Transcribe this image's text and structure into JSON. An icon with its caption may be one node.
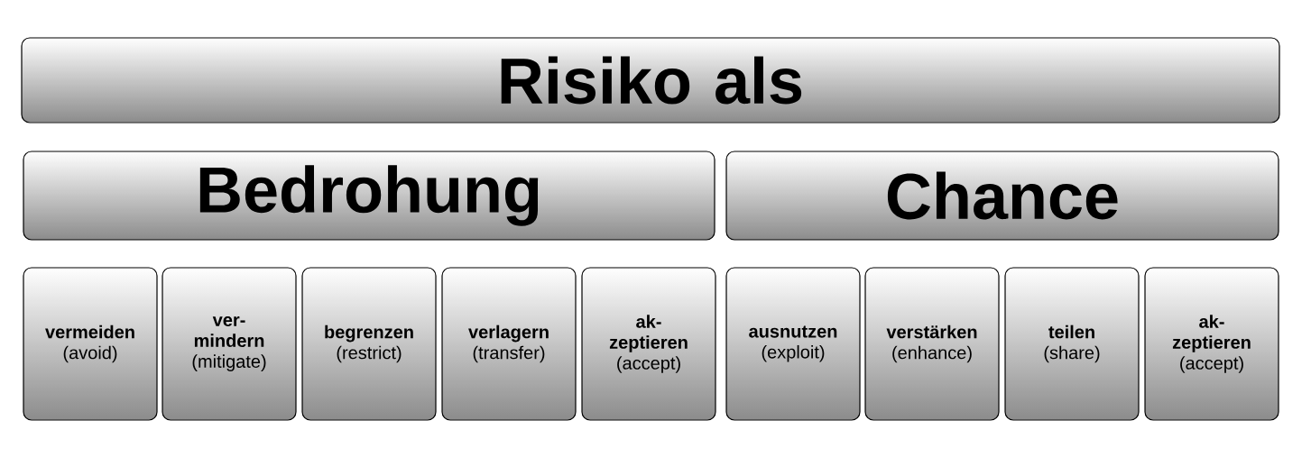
{
  "diagram": {
    "nodes": [
      {
        "text": [
          "Risiko als"
        ]
      },
      {
        "text": [
          "Bedrohung"
        ]
      },
      {
        "text": [
          "Chance"
        ]
      },
      {
        "text": [
          "vermeiden",
          "(avoid)"
        ]
      },
      {
        "text": [
          "ver- mindern",
          "(mitigate)"
        ]
      },
      {
        "text": [
          "begrenzen",
          "(restrict)"
        ]
      },
      {
        "text": [
          "verlagern",
          "(transfer)"
        ]
      },
      {
        "text": [
          "ak- zeptieren",
          "(accept)"
        ]
      },
      {
        "text": [
          "ausnutzen",
          "(exploit)"
        ]
      },
      {
        "text": [
          "verstärken",
          "(enhance)"
        ]
      },
      {
        "text": [
          "teilen",
          "(share)"
        ]
      },
      {
        "text": [
          "ak- zeptieren",
          "(accept)"
        ]
      }
    ]
  }
}
